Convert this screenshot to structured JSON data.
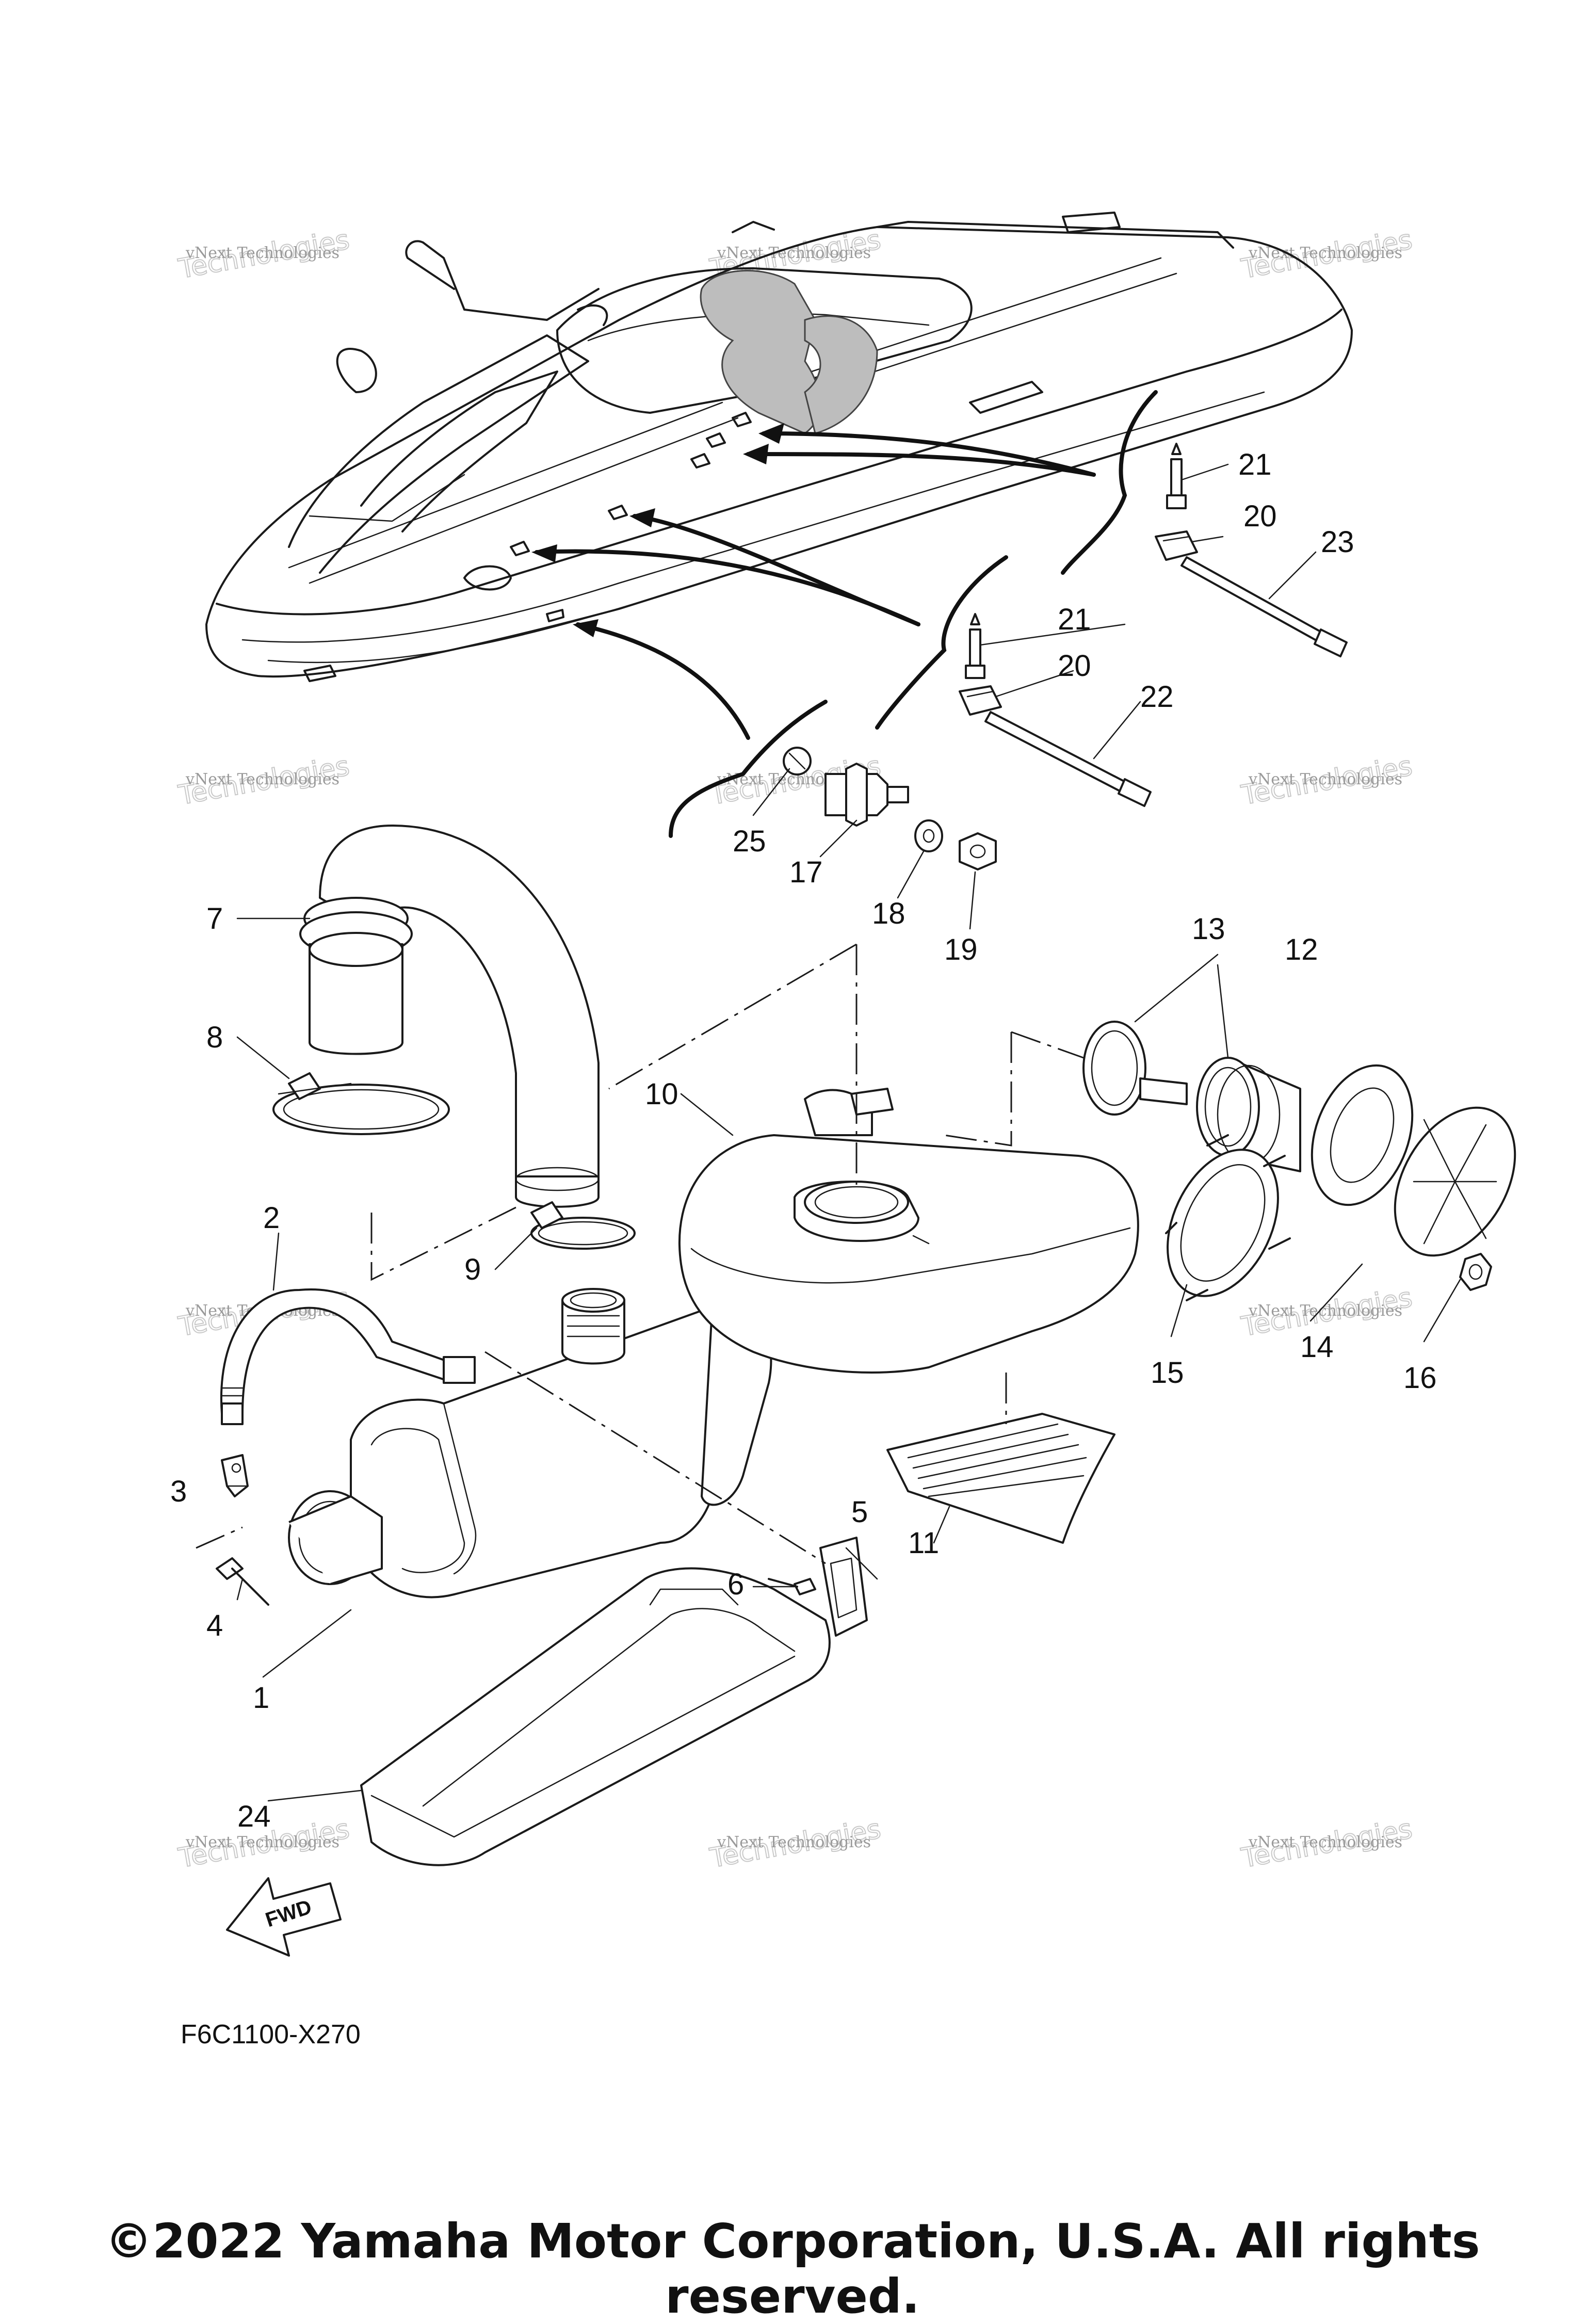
{
  "callouts": {
    "p1": "1",
    "p2": "2",
    "p3": "3",
    "p4": "4",
    "p5": "5",
    "p6": "6",
    "p7": "7",
    "p8": "8",
    "p9": "9",
    "p10": "10",
    "p11": "11",
    "p12": "12",
    "p13": "13",
    "p14": "14",
    "p15": "15",
    "p16": "16",
    "p17": "17",
    "p18": "18",
    "p19": "19",
    "p20a": "20",
    "p20b": "20",
    "p21a": "21",
    "p21b": "21",
    "p22": "22",
    "p23": "23",
    "p24": "24",
    "p25": "25"
  },
  "watermark": {
    "line1": "vNext Technologies",
    "line2": "Technologies",
    "line3": "vNext"
  },
  "fwd_label": "FWD",
  "diagram_code": "F6C1100-X270",
  "copyright": "©2022 Yamaha Motor Corporation, U.S.A. All rights reserved."
}
